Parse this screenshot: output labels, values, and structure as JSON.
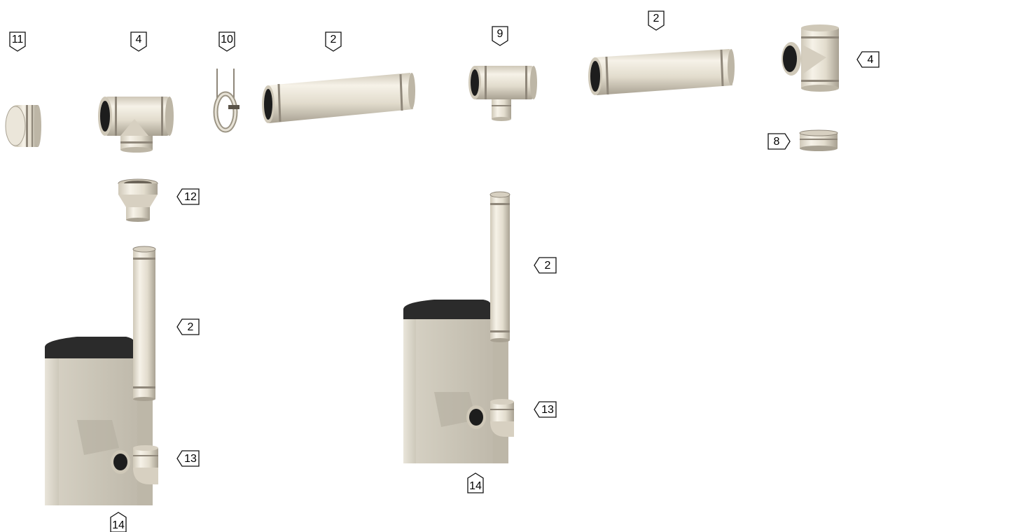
{
  "callouts": {
    "c1": "11",
    "c2": "4",
    "c3": "10",
    "c4": "2",
    "c5": "9",
    "c6": "2",
    "c7": "4",
    "c8": "8",
    "c9": "12",
    "c10": "2",
    "c11": "13",
    "c12": "14",
    "c13": "2",
    "c14": "13",
    "c15": "14"
  },
  "colors": {
    "steel": "#e3ddd0",
    "steel_dark": "#b9b2a2",
    "steel_light": "#f4f0e6",
    "ring": "#8f877a",
    "bore": "#1d1d1d",
    "boiler": "#cfcabd",
    "boiler_top": "#2b2b2b"
  }
}
